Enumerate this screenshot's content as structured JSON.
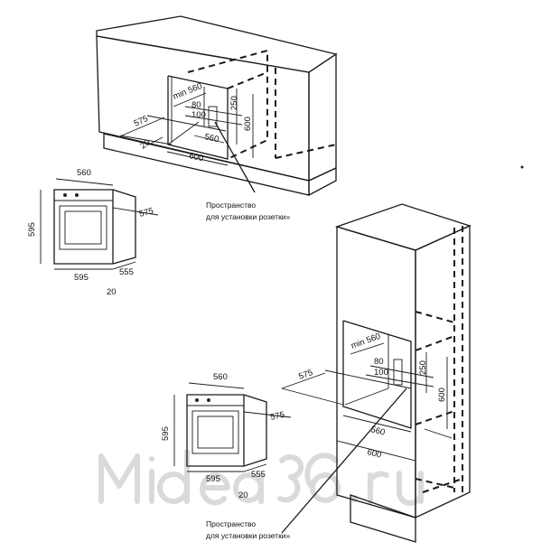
{
  "watermark": "Midea 36.ru",
  "top_cabinet": {
    "dims": {
      "min_width": "min 560",
      "d80": "80",
      "d100": "100",
      "d250": "250",
      "d600h": "600",
      "d575": "575",
      "d20": "20",
      "d560": "560",
      "d600w": "600"
    },
    "label_line1": "Пространство",
    "label_line2": "для установки розетки»"
  },
  "oven_top": {
    "width": "560",
    "height": "595",
    "front_width": "595",
    "depth": "555",
    "door": "20",
    "side": "575"
  },
  "tall_cabinet": {
    "dims": {
      "min_width": "min 560",
      "d80": "80",
      "d100": "100",
      "d250": "250",
      "d600h": "600",
      "d575": "575",
      "d560": "560",
      "d600w": "600"
    },
    "label_line1": "Пространство",
    "label_line2": "для установки розетки»"
  },
  "oven_bottom": {
    "width": "560",
    "height": "595",
    "front_width": "595",
    "depth": "555",
    "door": "20",
    "side": "575"
  }
}
